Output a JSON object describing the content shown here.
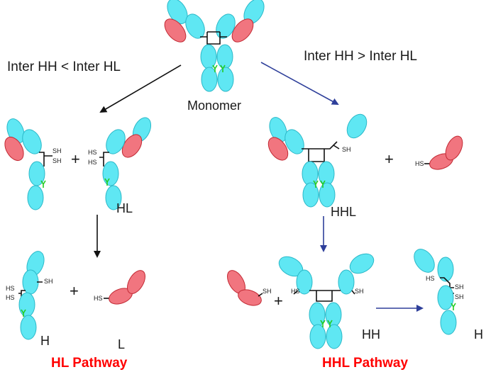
{
  "labels": {
    "left_condition": "Inter HH < Inter HL",
    "right_condition": "Inter HH > Inter HL",
    "monomer": "Monomer",
    "hl": "HL",
    "hhl": "HHL",
    "h_left": "H",
    "l_left": "L",
    "hh": "HH",
    "h_right": "H",
    "hl_pathway": "HL Pathway",
    "hhl_pathway": "HHL Pathway",
    "plus": "+",
    "sh": "SH",
    "hs": "HS"
  },
  "colors": {
    "heavy_chain": "#5fe7f3",
    "light_chain": "#f1757f",
    "left_arrow": "#111111",
    "right_arrow": "#2e3f9a",
    "pathway_title": "#ff0000",
    "glycan": "#22cc22"
  }
}
